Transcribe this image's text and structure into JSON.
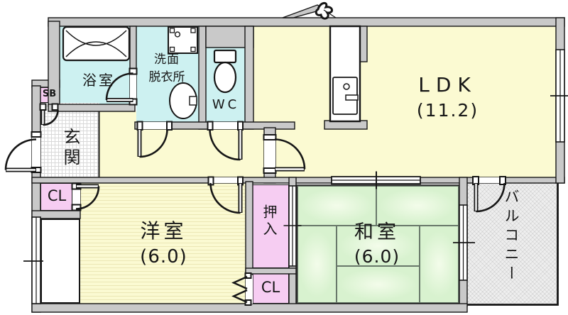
{
  "rooms": {
    "ldk": {
      "name": "LDK",
      "size": "(11.2)"
    },
    "western": {
      "name": "洋室",
      "size": "(6.0)"
    },
    "japanese": {
      "name": "和室",
      "size": "(6.0)"
    },
    "bathroom": {
      "name": "浴室"
    },
    "washroom": {
      "line1": "洗面",
      "line2": "脱衣所"
    },
    "wc": {
      "name": "WC"
    },
    "entrance": {
      "name": "玄関"
    },
    "balcony": {
      "name": "バルコニー"
    },
    "oshiire": {
      "name": "押入"
    },
    "shoe_box": {
      "name": "SB"
    },
    "closet_west": {
      "name": "CL"
    },
    "closet_south": {
      "name": "CL"
    }
  },
  "fixtures": [
    "bathtub",
    "washing-machine-pan",
    "wash-basin",
    "toilet",
    "kitchen-sink",
    "entry-door"
  ],
  "colors": {
    "floor": "#fbfad2",
    "water": "#cdf1f1",
    "closet": "#f6cdf2",
    "tatami": "#d8f2cf",
    "balcony": "#efefef",
    "wall": "#c9c9c9",
    "line": "#161616"
  }
}
